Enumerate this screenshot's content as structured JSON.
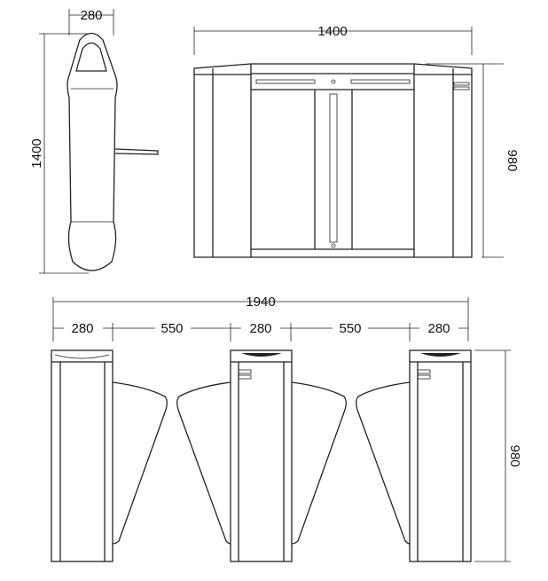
{
  "side_view": {
    "width_label": "280",
    "height_label": "1400"
  },
  "front_view": {
    "width_label": "1400",
    "height_label": "980"
  },
  "lane_view": {
    "total_label": "1940",
    "segments": [
      "280",
      "550",
      "280",
      "550",
      "280"
    ],
    "height_label": "980"
  }
}
